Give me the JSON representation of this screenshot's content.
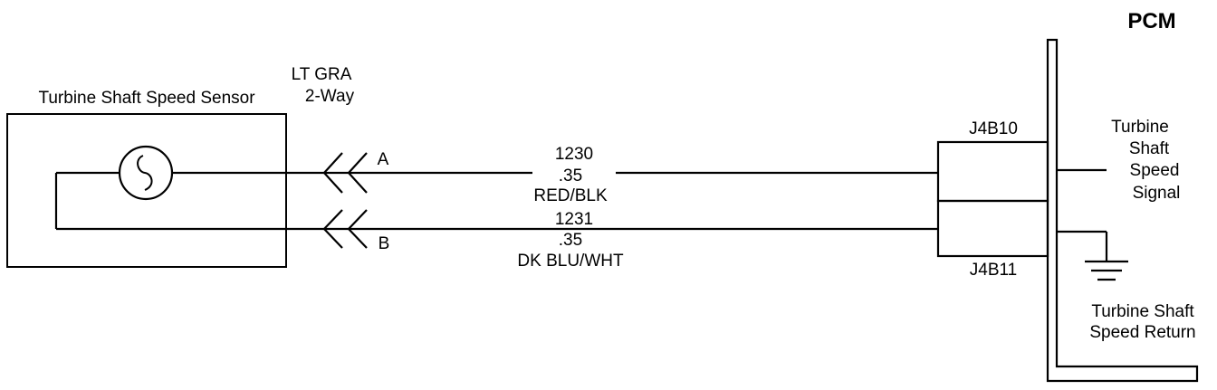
{
  "module": {
    "title": "PCM"
  },
  "sensor": {
    "name": "Turbine Shaft Speed Sensor"
  },
  "connector": {
    "color": "LT GRA",
    "type": "2-Way"
  },
  "pins": [
    {
      "label": "A",
      "circuit": "1230",
      "gauge": ".35",
      "color": "RED/BLK",
      "pcm_terminal": "J4B10"
    },
    {
      "label": "B",
      "circuit": "1231",
      "gauge": ".35",
      "color": "DK BLU/WHT",
      "pcm_terminal": "J4B11"
    }
  ],
  "signals": {
    "signal": [
      "Turbine",
      "Shaft",
      "Speed",
      "Signal"
    ],
    "return": [
      "Turbine Shaft",
      "Speed Return"
    ]
  }
}
